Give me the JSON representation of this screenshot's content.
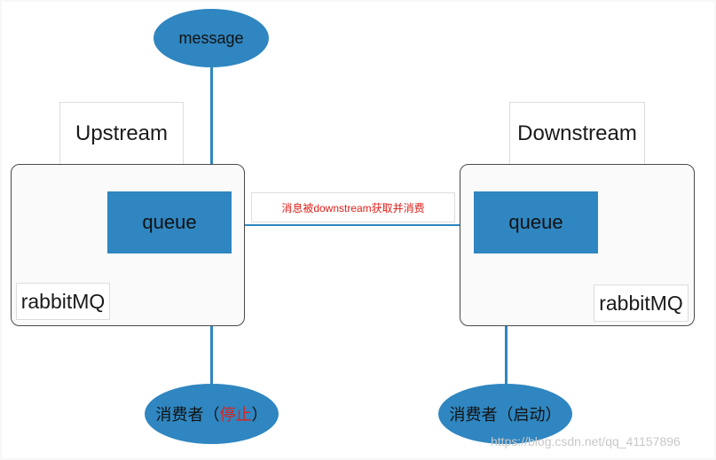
{
  "diagram": {
    "message_node": {
      "label": "message"
    },
    "upstream": {
      "title": "Upstream",
      "queue_label": "queue",
      "broker_label": "rabbitMQ",
      "consumer": {
        "prefix": "消费者（",
        "status": "停止",
        "suffix": "）"
      }
    },
    "downstream": {
      "title": "Downstream",
      "queue_label": "queue",
      "broker_label": "rabbitMQ",
      "consumer": {
        "prefix": "消费者（",
        "status": "启动",
        "suffix": "）"
      }
    },
    "link_note": "消息被downstream获取并消费"
  },
  "watermark": "https://blog.csdn.net/qq_41157896",
  "colors": {
    "node_fill": "#2f86c0",
    "note_text": "#e0201a",
    "stopped_text": "#e0201a"
  }
}
